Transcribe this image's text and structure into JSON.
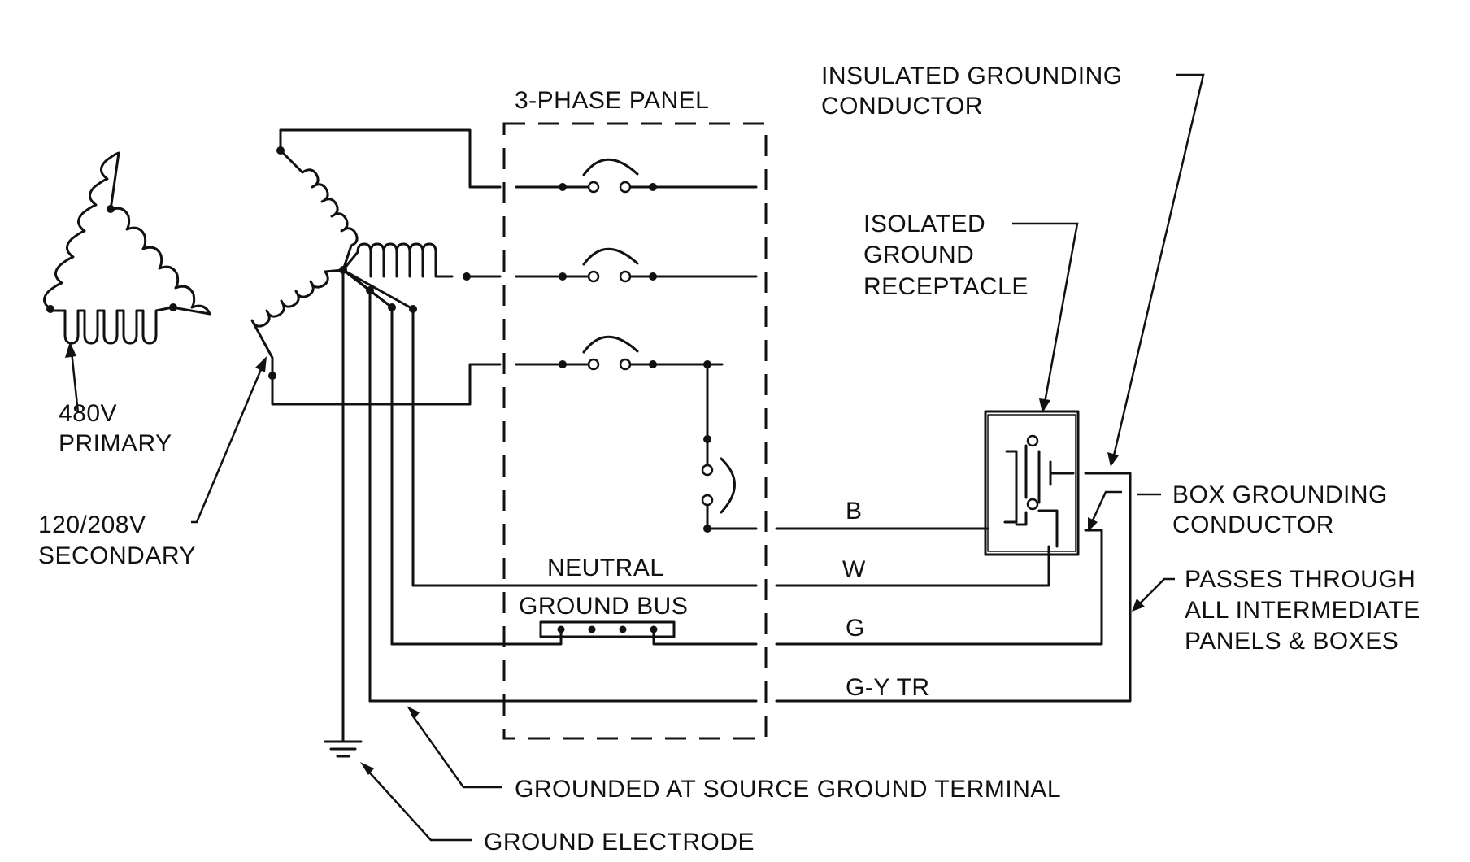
{
  "labels": {
    "panel_title": "3-PHASE PANEL",
    "insulated_grounding": [
      "INSULATED GROUNDING",
      "CONDUCTOR"
    ],
    "isolated_receptacle": [
      "ISOLATED",
      "GROUND",
      "RECEPTACLE"
    ],
    "primary": [
      "480V",
      "PRIMARY"
    ],
    "secondary": [
      "120/208V",
      "SECONDARY"
    ],
    "box_grounding": [
      "BOX GROUNDING",
      "CONDUCTOR"
    ],
    "passes_through": [
      "PASSES THROUGH",
      "ALL INTERMEDIATE",
      "PANELS & BOXES"
    ],
    "neutral": "NEUTRAL",
    "ground_bus": "GROUND BUS",
    "grounded_at_source": "GROUNDED AT SOURCE GROUND TERMINAL",
    "ground_electrode": "GROUND ELECTRODE"
  },
  "wire_labels": {
    "b": "B",
    "w": "W",
    "g": "G",
    "gytr": "G-Y TR"
  },
  "colors": {
    "ink": "#111111",
    "background": "#ffffff"
  }
}
